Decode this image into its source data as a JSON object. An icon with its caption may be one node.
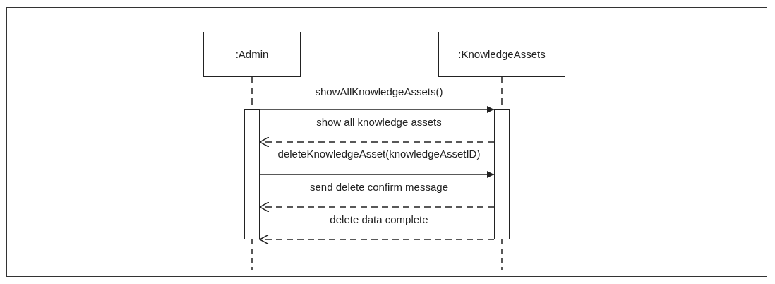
{
  "diagram": {
    "nodes": [
      {
        "text": [
          ":Admin"
        ]
      },
      {
        "text": [
          ":KnowledgeAssets"
        ]
      },
      {
        "text": [],
        "shape": "bar"
      },
      {
        "text": [],
        "shape": "bar"
      }
    ],
    "edges": [
      {
        "from": 0,
        "to": 2,
        "arrow": "none",
        "style": "dashed"
      },
      {
        "from": 1,
        "to": 3,
        "arrow": "none",
        "style": "dashed"
      },
      {
        "from": 2,
        "to": 3,
        "arrow": "to",
        "label": "showAllKnowledgeAssets()"
      },
      {
        "from": 3,
        "to": 2,
        "arrow": "to",
        "style": "dashed",
        "label": "show all knowledge assets"
      },
      {
        "from": 2,
        "to": 3,
        "arrow": "to",
        "label": "deleteKnowledgeAsset(knowledgeAssetID)"
      },
      {
        "from": 3,
        "to": 2,
        "arrow": "to",
        "style": "dashed",
        "label": "send delete confirm message"
      },
      {
        "from": 3,
        "to": 2,
        "arrow": "to",
        "style": "dashed",
        "label": "delete data complete"
      }
    ]
  }
}
